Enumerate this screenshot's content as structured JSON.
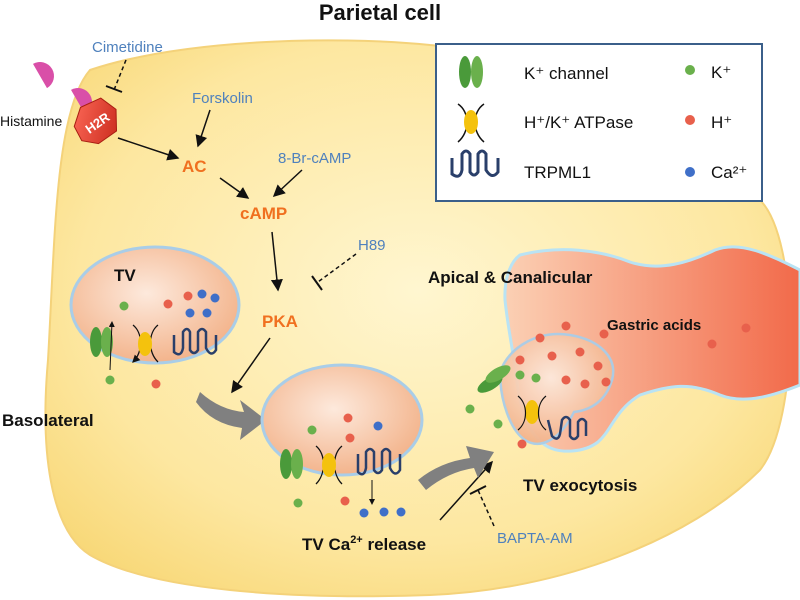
{
  "title": "Parietal cell",
  "inhibitors": {
    "cimetidine": "Cimetidine",
    "h89": "H89",
    "bapta": "BAPTA-AM"
  },
  "agonists": {
    "forskolin": "Forskolin",
    "br_camp": "8-Br-cAMP"
  },
  "receptor": {
    "ligand": "Histamine",
    "name": "H2R"
  },
  "pathway": {
    "ac": "AC",
    "camp": "cAMP",
    "pka": "PKA"
  },
  "regions": {
    "tv": "TV",
    "basolateral": "Basolateral",
    "apical": "Apical & Canalicular",
    "gastric": "Gastric acids",
    "tv_release_pre": "TV Ca",
    "tv_release_sup": "2+",
    "tv_release_post": " release",
    "exocytosis": "TV exocytosis"
  },
  "legend": {
    "k_channel": "K⁺ channel",
    "atpase": "H⁺/K⁺ ATPase",
    "trpml1": "TRPML1",
    "k_ion": "K⁺",
    "h_ion": "H⁺",
    "ca_ion": "Ca²⁺"
  },
  "colors": {
    "cell": "#fde89a",
    "vesicle": "#f9c9a4",
    "k_ion": "#6ab04c",
    "h_ion": "#e8604c",
    "ca_ion": "#3f6fc8",
    "orange_text": "#f07020",
    "blue_text": "#4f81bd"
  }
}
